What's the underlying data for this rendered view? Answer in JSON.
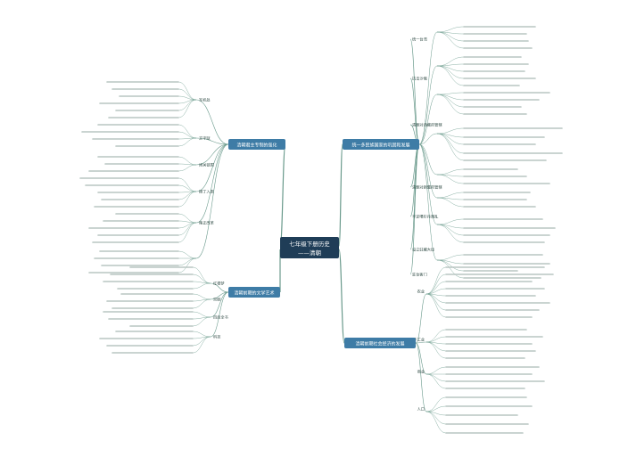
{
  "center": {
    "line1": "七年级下册历史",
    "line2": "——清朝"
  },
  "branches": [
    {
      "title": "统一多民族国家的巩固和发展"
    },
    {
      "title": "清朝君主专制的强化"
    },
    {
      "title": "清朝前期社会经济的发展"
    },
    {
      "title": "清朝前期的文学艺术"
    }
  ],
  "subtitles": {
    "b1": [
      "统一台湾",
      "抗击沙俄",
      "清朝对西藏的管辖",
      "清朝对新疆的管辖",
      "平定噶尔丹叛乱",
      "设立驻藏大臣",
      "驻台衙门"
    ],
    "b2": [
      "军机处",
      "文字狱",
      "闭关锁国",
      "摊丁入亩",
      "雍正改革"
    ],
    "b3": [
      "农业",
      "手工业",
      "商业",
      "人口"
    ],
    "b4": [
      "红楼梦",
      "京剧",
      "四库全书",
      "科技"
    ]
  },
  "colors": {
    "line": "#6a9a8c",
    "center_fill": "#1f3d57",
    "center_text": "#ffffff",
    "branch_fill": "#3e7ca6",
    "branch_text": "#ffffff",
    "sub_box": "#ffffff",
    "sub_stroke": "#9fb9b1",
    "text_line": "#b8c6c2"
  }
}
